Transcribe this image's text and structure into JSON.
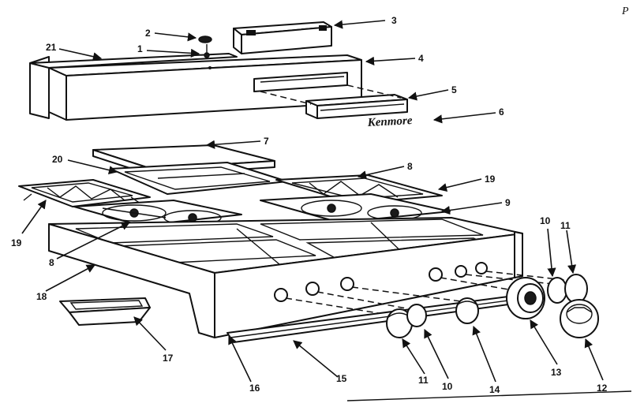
{
  "corner_mark": "P",
  "brand_script": "Kenmore",
  "callouts": [
    {
      "id": "c1",
      "text": "1"
    },
    {
      "id": "c2",
      "text": "2"
    },
    {
      "id": "c3",
      "text": "3"
    },
    {
      "id": "c4",
      "text": "4"
    },
    {
      "id": "c5",
      "text": "5"
    },
    {
      "id": "c6",
      "text": "6"
    },
    {
      "id": "c7",
      "text": "7"
    },
    {
      "id": "c8a",
      "text": "8"
    },
    {
      "id": "c8b",
      "text": "8"
    },
    {
      "id": "c9",
      "text": "9"
    },
    {
      "id": "c10a",
      "text": "10"
    },
    {
      "id": "c10b",
      "text": "10"
    },
    {
      "id": "c11a",
      "text": "11"
    },
    {
      "id": "c11b",
      "text": "11"
    },
    {
      "id": "c12",
      "text": "12"
    },
    {
      "id": "c13",
      "text": "13"
    },
    {
      "id": "c14",
      "text": "14"
    },
    {
      "id": "c15",
      "text": "15"
    },
    {
      "id": "c16",
      "text": "16"
    },
    {
      "id": "c17",
      "text": "17"
    },
    {
      "id": "c18",
      "text": "18"
    },
    {
      "id": "c19a",
      "text": "19"
    },
    {
      "id": "c19b",
      "text": "19"
    },
    {
      "id": "c20",
      "text": "20"
    },
    {
      "id": "c21",
      "text": "21"
    }
  ]
}
